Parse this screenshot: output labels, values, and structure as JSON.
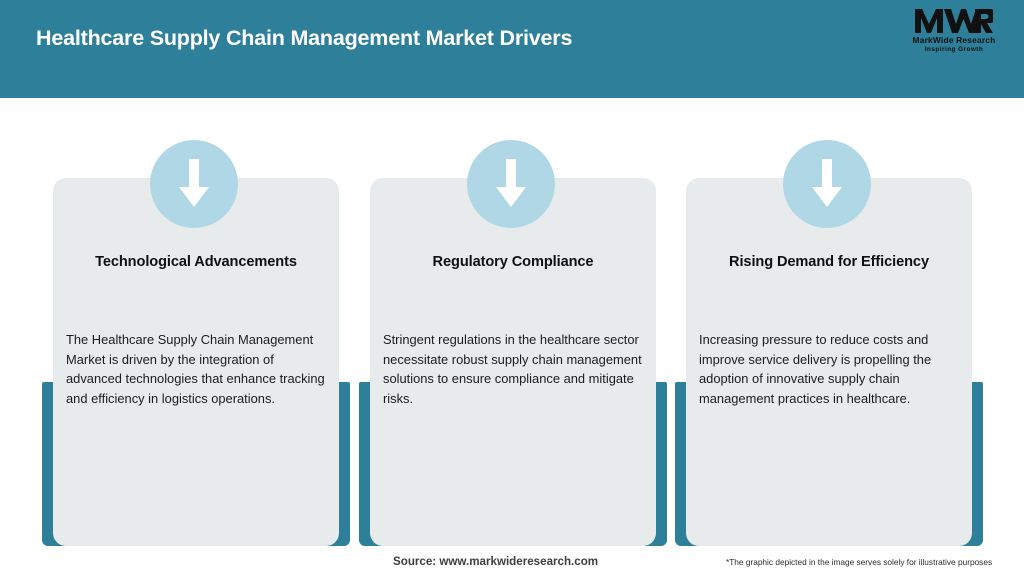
{
  "header": {
    "title": "Healthcare Supply Chain Management Market Drivers",
    "band_color": "#2E7F99",
    "title_color": "#FFFFFF"
  },
  "logo": {
    "mark": "MWR",
    "name": "MarkWide Research",
    "tagline": "Inspiring Growth"
  },
  "theme": {
    "teal": "#2E7F99",
    "circle_blue": "#AFD7E5",
    "card_gray": "#E8EBEC",
    "page_background": "#FFFFFF",
    "arrow_color": "#FFFFFF"
  },
  "cards": [
    {
      "icon": "down-arrow-icon",
      "title": "Technological Advancements",
      "body": "The Healthcare Supply Chain Management Market is driven by the integration of advanced technologies that enhance tracking and efficiency in logistics operations."
    },
    {
      "icon": "down-arrow-icon",
      "title": "Regulatory Compliance",
      "body": "Stringent regulations in the healthcare sector necessitate robust supply chain management solutions to ensure compliance and mitigate risks."
    },
    {
      "icon": "down-arrow-icon",
      "title": "Rising Demand for Efficiency",
      "body": "Increasing pressure to reduce costs and improve service delivery is propelling the adoption of innovative supply chain management practices in healthcare."
    }
  ],
  "footer": {
    "source": "Source: www.markwideresearch.com",
    "disclaimer": "*The graphic depicted in the image serves solely for illustrative purposes"
  }
}
